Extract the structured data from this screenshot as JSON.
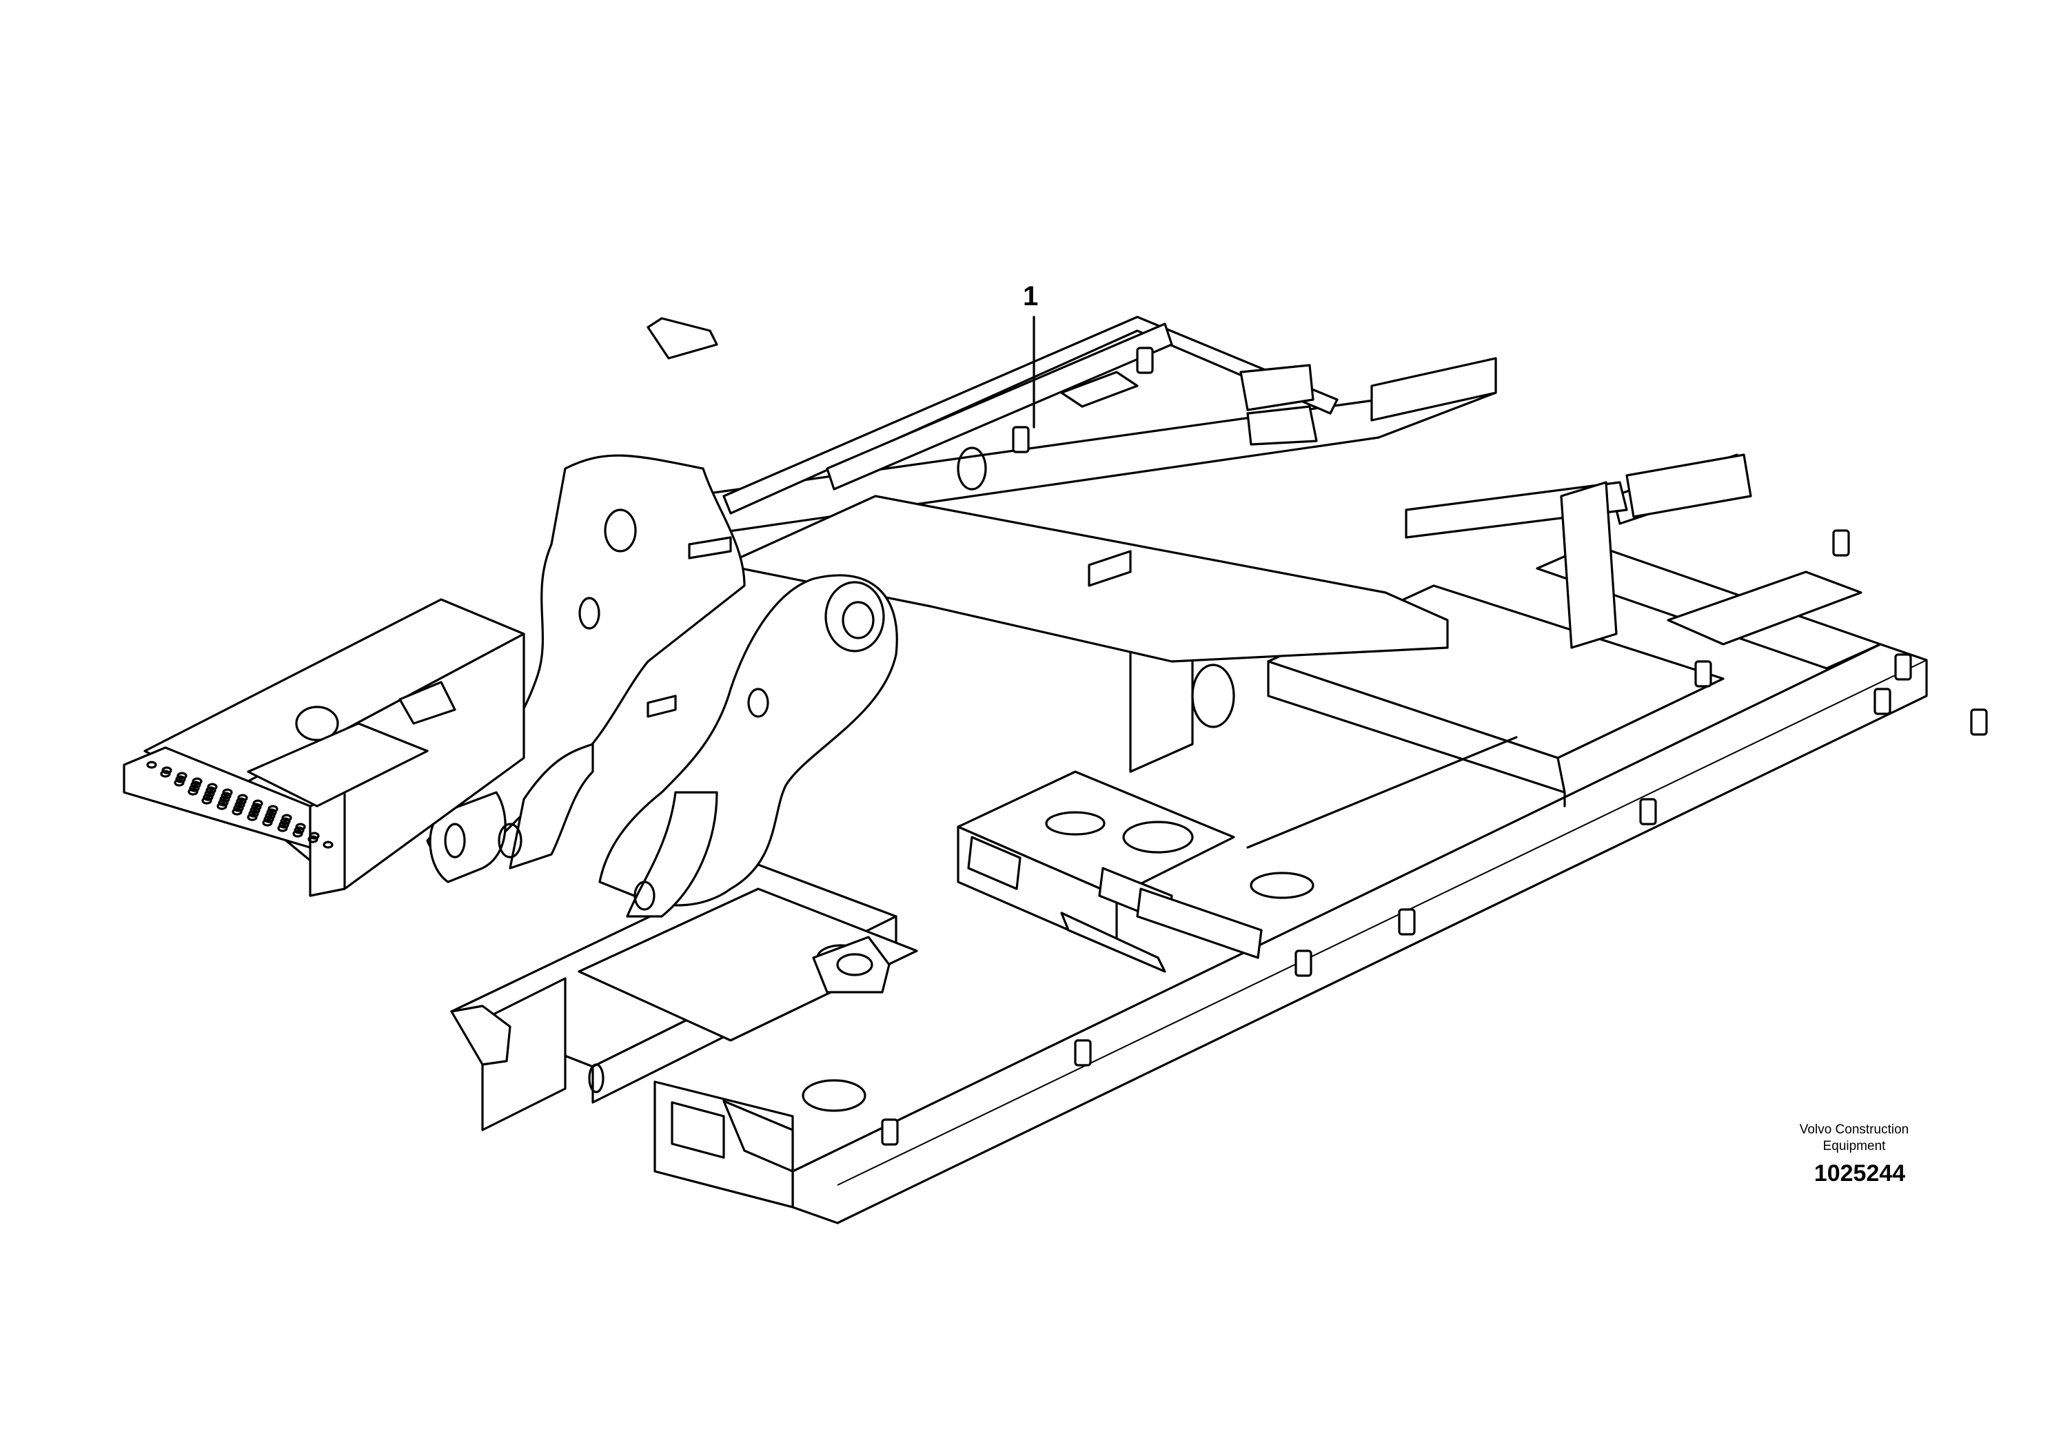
{
  "callout": {
    "number": "1"
  },
  "footer": {
    "brand_line1": "Volvo Construction",
    "brand_line2": "Equipment",
    "figure_number": "1025244"
  }
}
